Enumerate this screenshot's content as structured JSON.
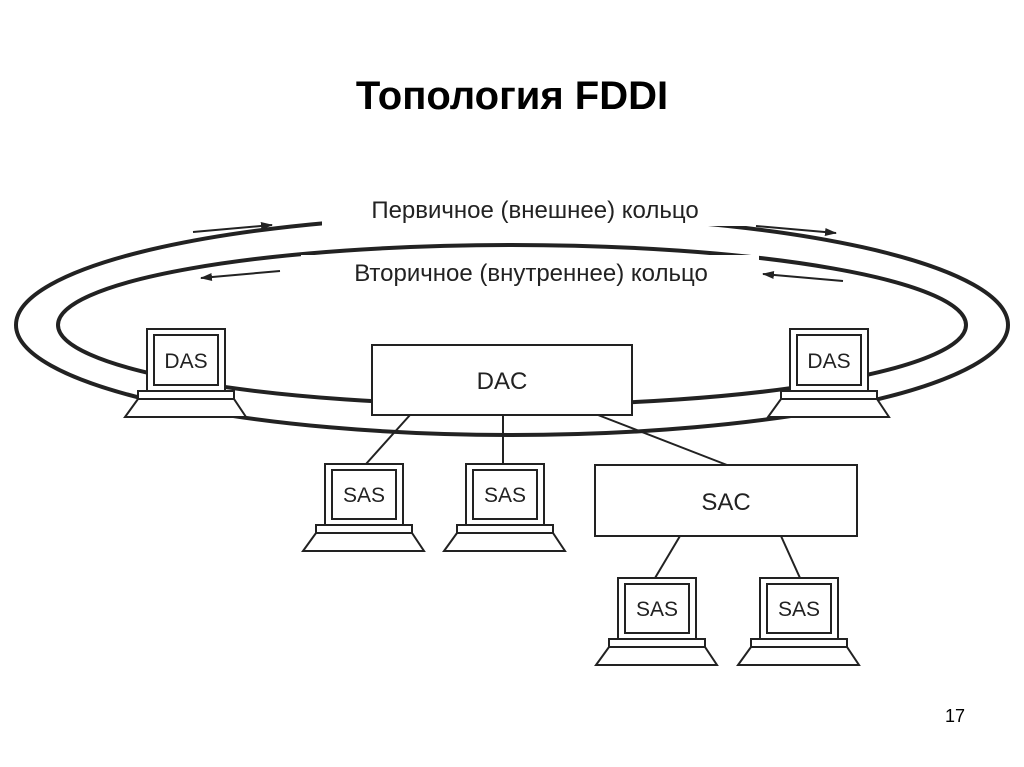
{
  "slide": {
    "title": "Топология FDDI",
    "page_number": "17"
  },
  "diagram": {
    "primary_ring_label": "Первичное (внешнее) кольцо",
    "secondary_ring_label": "Вторичное (внутреннее) кольцо",
    "concentrators": {
      "dac": "DAC",
      "sac": "SAC"
    },
    "stations": {
      "das_left": "DAS",
      "das_right": "DAS",
      "sas_1": "SAS",
      "sas_2": "SAS",
      "sas_3": "SAS",
      "sas_4": "SAS"
    }
  },
  "colors": {
    "line": "#222222",
    "background": "#ffffff"
  }
}
